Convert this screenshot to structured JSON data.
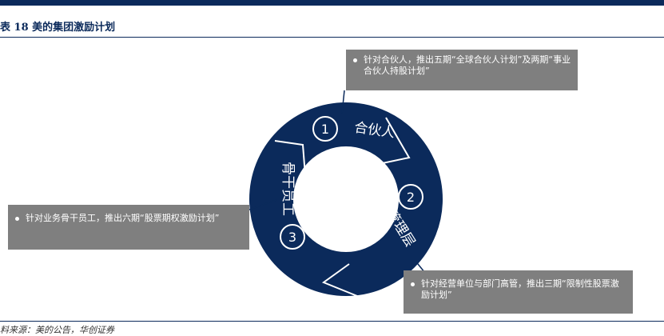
{
  "figure": {
    "title": "表 18   美的集团激励计划",
    "source": "料来源：美的公告，华创证券"
  },
  "ring": {
    "segments": [
      {
        "number": "1",
        "label": "合伙人"
      },
      {
        "number": "2",
        "label": "管理层"
      },
      {
        "number": "3",
        "label": "骨干员工"
      }
    ]
  },
  "callouts": [
    {
      "text": "针对合伙人，推出五期“全球合伙人计划”及两期“事业合伙人持股计划”"
    },
    {
      "text": "针对业务骨干员工，推出六期“股票期权激励计划”"
    },
    {
      "text": "针对经营单位与部门高管，推出三期“限制性股票激励计划”"
    }
  ],
  "colors": {
    "ring": "#0b2a5b",
    "callout": "#7f7f7f",
    "accent": "#0b2a5b"
  }
}
